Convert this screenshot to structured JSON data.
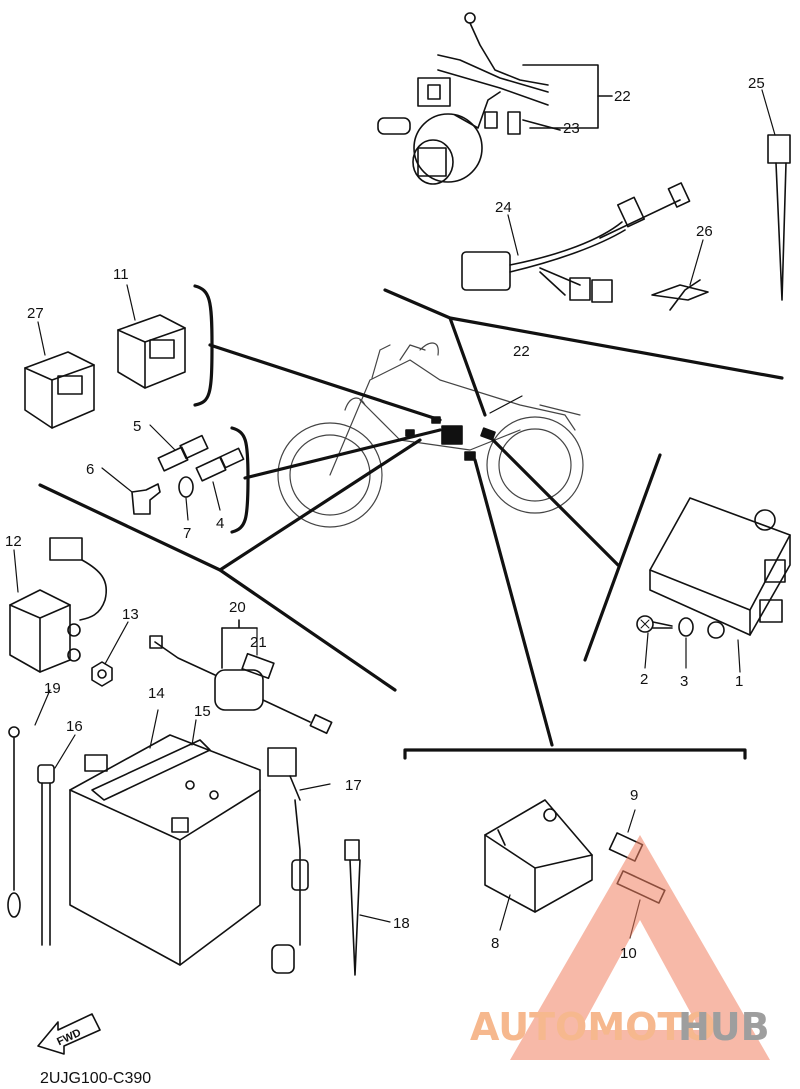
{
  "diagram": {
    "code": "2UJG100-C390",
    "fwd_label": "FWD",
    "callouts": [
      "1",
      "2",
      "3",
      "4",
      "5",
      "6",
      "7",
      "8",
      "9",
      "10",
      "11",
      "12",
      "13",
      "14",
      "15",
      "16",
      "17",
      "18",
      "19",
      "20",
      "21",
      "22",
      "22",
      "23",
      "24",
      "25",
      "26",
      "27"
    ]
  },
  "watermark": {
    "part1": "AUTOMOTO",
    "part2": "HUB",
    "colors": {
      "accent": "#f08060",
      "grey": "#9e9e9e"
    }
  }
}
